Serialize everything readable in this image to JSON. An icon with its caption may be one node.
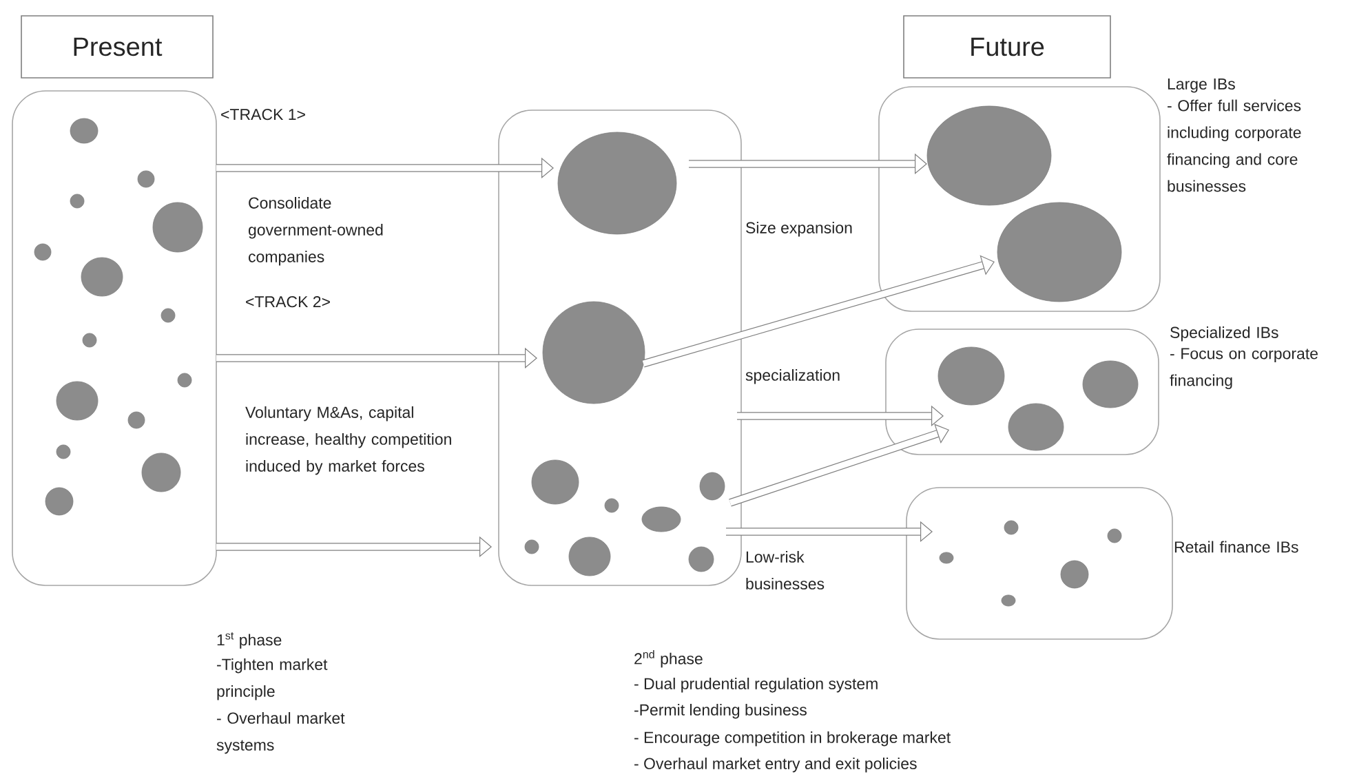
{
  "diagram": {
    "nodes": [
      {
        "text": [
          "Present"
        ]
      },
      {
        "text": [
          "Future"
        ]
      },
      {
        "text": [],
        "shape": "box"
      },
      {
        "text": [],
        "shape": "box"
      },
      {
        "text": [],
        "shape": "circle",
        "in": 3
      },
      {
        "text": [],
        "shape": "circle",
        "in": 3
      },
      {
        "text": [],
        "shape": "box",
        "beside": [
          "Large IBs",
          "- Offer full services including corporate financing and core businesses"
        ]
      },
      {
        "text": [],
        "shape": "circle",
        "in": 6
      },
      {
        "text": [],
        "shape": "circle",
        "in": 6
      },
      {
        "text": [],
        "shape": "box",
        "beside": [
          "Specialized IBs",
          "- Focus on corporate financing"
        ]
      },
      {
        "text": [],
        "shape": "box",
        "beside": [
          "Retail finance IBs"
        ]
      }
    ],
    "edges": [
      {
        "from": 2,
        "to": 4,
        "arrow": "to"
      },
      {
        "from": 2,
        "to": 5,
        "arrow": "to"
      },
      {
        "from": 2,
        "to": 3,
        "arrow": "to"
      },
      {
        "from": 4,
        "to": 7,
        "arrow": "to"
      },
      {
        "from": 5,
        "to": 8,
        "arrow": "to"
      },
      {
        "from": 3,
        "to": 9,
        "arrow": "to"
      },
      {
        "from": 3,
        "to": 9,
        "arrow": "to"
      },
      {
        "from": 3,
        "to": 10,
        "arrow": "to"
      }
    ],
    "labels": [
      "<TRACK 1>",
      "Consolidate government-owned companies",
      "<TRACK 2>",
      "Voluntary M&As, capital increase, healthy competition induced by market forces",
      "Size expansion",
      "specialization",
      "Low-risk businesses",
      "1$^{st}$ phase",
      "-Tighten market principle",
      "- Overhaul market systems",
      "2$^{nd}$ phase",
      "- Dual prudential regulation system",
      "-Permit lending business",
      "- Encourage competition in brokerage market",
      "- Overhaul market entry and exit policies"
    ]
  }
}
